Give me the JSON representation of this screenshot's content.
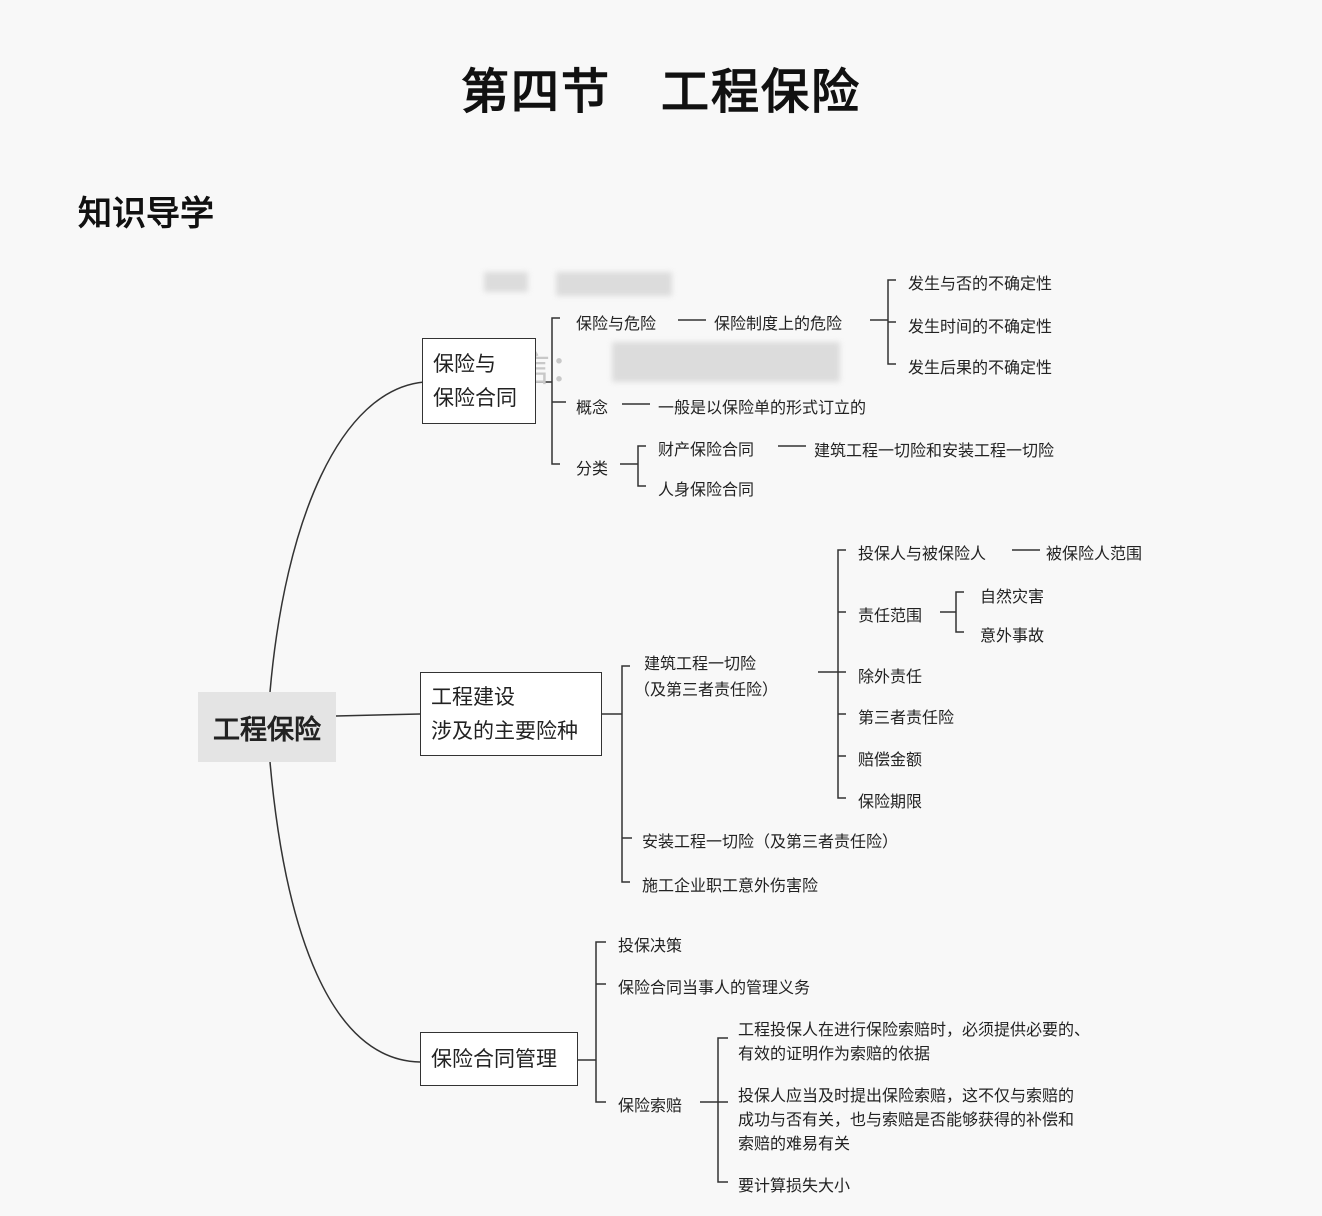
{
  "page_title": "第四节　工程保险",
  "section_title": "知识导学",
  "watermark": "微信：",
  "root": "工程保险",
  "branch1": {
    "label_line1": "保险与",
    "label_line2": "保险合同",
    "risk": "保险与危险",
    "risk_sub": "保险制度上的危险",
    "uncertainty": [
      "发生与否的不确定性",
      "发生时间的不确定性",
      "发生后果的不确定性"
    ],
    "concept": "概念",
    "concept_desc": "一般是以保险单的形式订立的",
    "category": "分类",
    "property": "财产保险合同",
    "property_desc": "建筑工程一切险和安装工程一切险",
    "personal": "人身保险合同"
  },
  "branch2": {
    "label_line1": "工程建设",
    "label_line2": "涉及的主要险种",
    "cons_line1": "建筑工程一切险",
    "cons_line2": "（及第三者责任险）",
    "insured": "投保人与被保险人",
    "insured_scope": "被保险人范围",
    "liability": "责任范围",
    "natural": "自然灾害",
    "accident": "意外事故",
    "exclusion": "除外责任",
    "third_party": "第三者责任险",
    "compensation": "赔偿金额",
    "period": "保险期限",
    "install": "安装工程一切险（及第三者责任险）",
    "worker": "施工企业职工意外伤害险"
  },
  "branch3": {
    "label": "保险合同管理",
    "decision": "投保决策",
    "duty": "保险合同当事人的管理义务",
    "claim": "保险索赔",
    "claim1_line1": "工程投保人在进行保险索赔时，必须提供必要的、",
    "claim1_line2": "有效的证明作为索赔的依据",
    "claim2_line1": "投保人应当及时提出保险索赔，这不仅与索赔的",
    "claim2_line2": "成功与否有关，也与索赔是否能够获得的补偿和",
    "claim2_line3": "索赔的难易有关",
    "claim3": "要计算损失大小"
  }
}
